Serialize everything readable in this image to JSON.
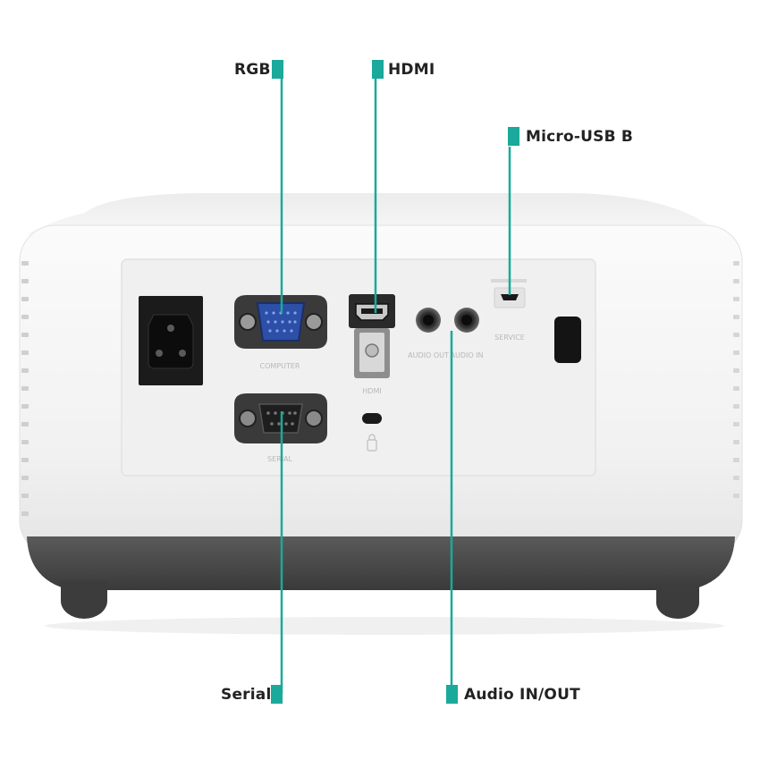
{
  "callouts": {
    "rgb": "RGB",
    "hdmi": "HDMI",
    "micro_usb": "Micro-USB B",
    "serial": "Serial",
    "audio": "Audio IN/OUT"
  },
  "port_labels": {
    "computer": "COMPUTER",
    "hdmi": "HDMI",
    "audio_out": "AUDIO OUT",
    "audio_in": "AUDIO IN",
    "service": "SERVICE",
    "serial": "SERIAL"
  },
  "colors": {
    "accent": "#1aa99a",
    "label_text": "#222222",
    "body": "#f4f4f4",
    "base": "#4a4a4a"
  },
  "icons": {
    "lock": "kensington-lock-icon",
    "power": "power-inlet-icon"
  }
}
